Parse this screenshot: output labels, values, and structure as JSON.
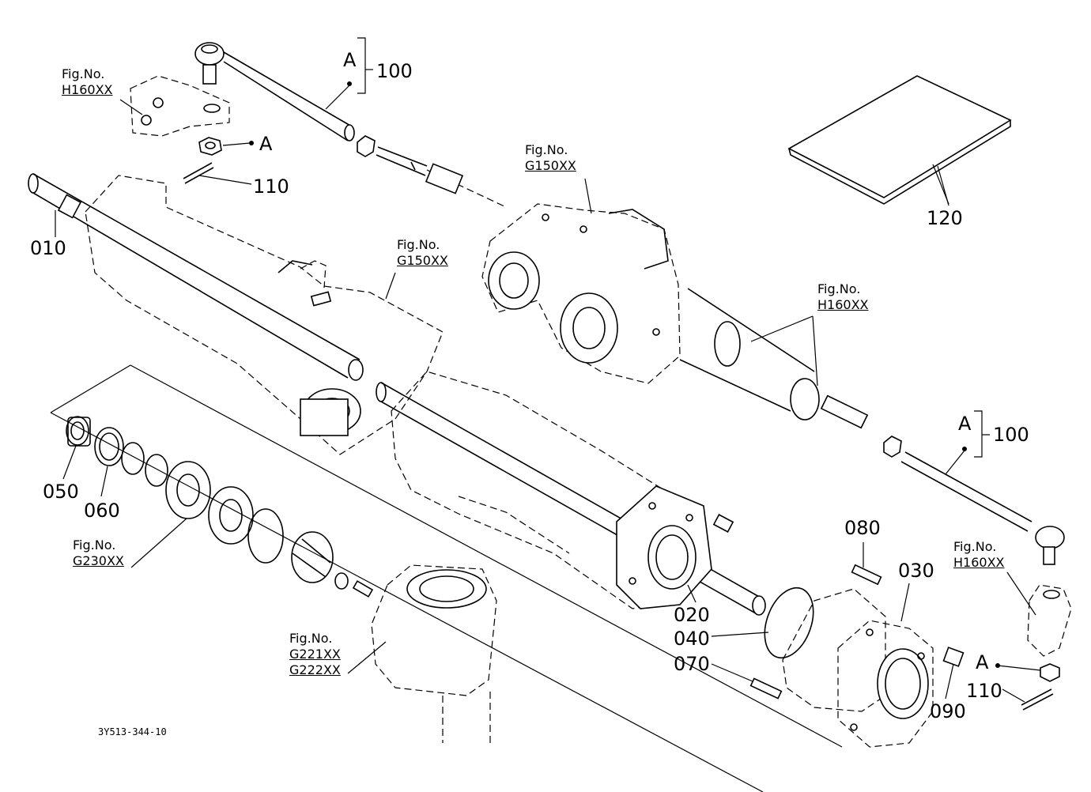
{
  "title": "",
  "drawing_code": "3Y513-344-10",
  "parts": {
    "p010": "010",
    "p020": "020",
    "p030": "030",
    "p040": "040",
    "p050": "050",
    "p060": "060",
    "p070": "070",
    "p080": "080",
    "p090": "090",
    "p100_top": "100",
    "p100_right": "100",
    "p110_top": "110",
    "p110_right": "110",
    "p120": "120"
  },
  "callouts": {
    "a_bracket_top": "A",
    "a_nut_top": "A",
    "a_bracket_right": "A",
    "a_nut_right": "A"
  },
  "fig_refs": {
    "fig_label": "Fig.No.",
    "h160_topleft": "H160XX",
    "g150_top": "G150XX",
    "g150_mid": "G150XX",
    "h160_right": "H160XX",
    "h160_bottomright": "H160XX",
    "g230": "G230XX",
    "g221": "G221XX",
    "g222": "G222XX"
  }
}
